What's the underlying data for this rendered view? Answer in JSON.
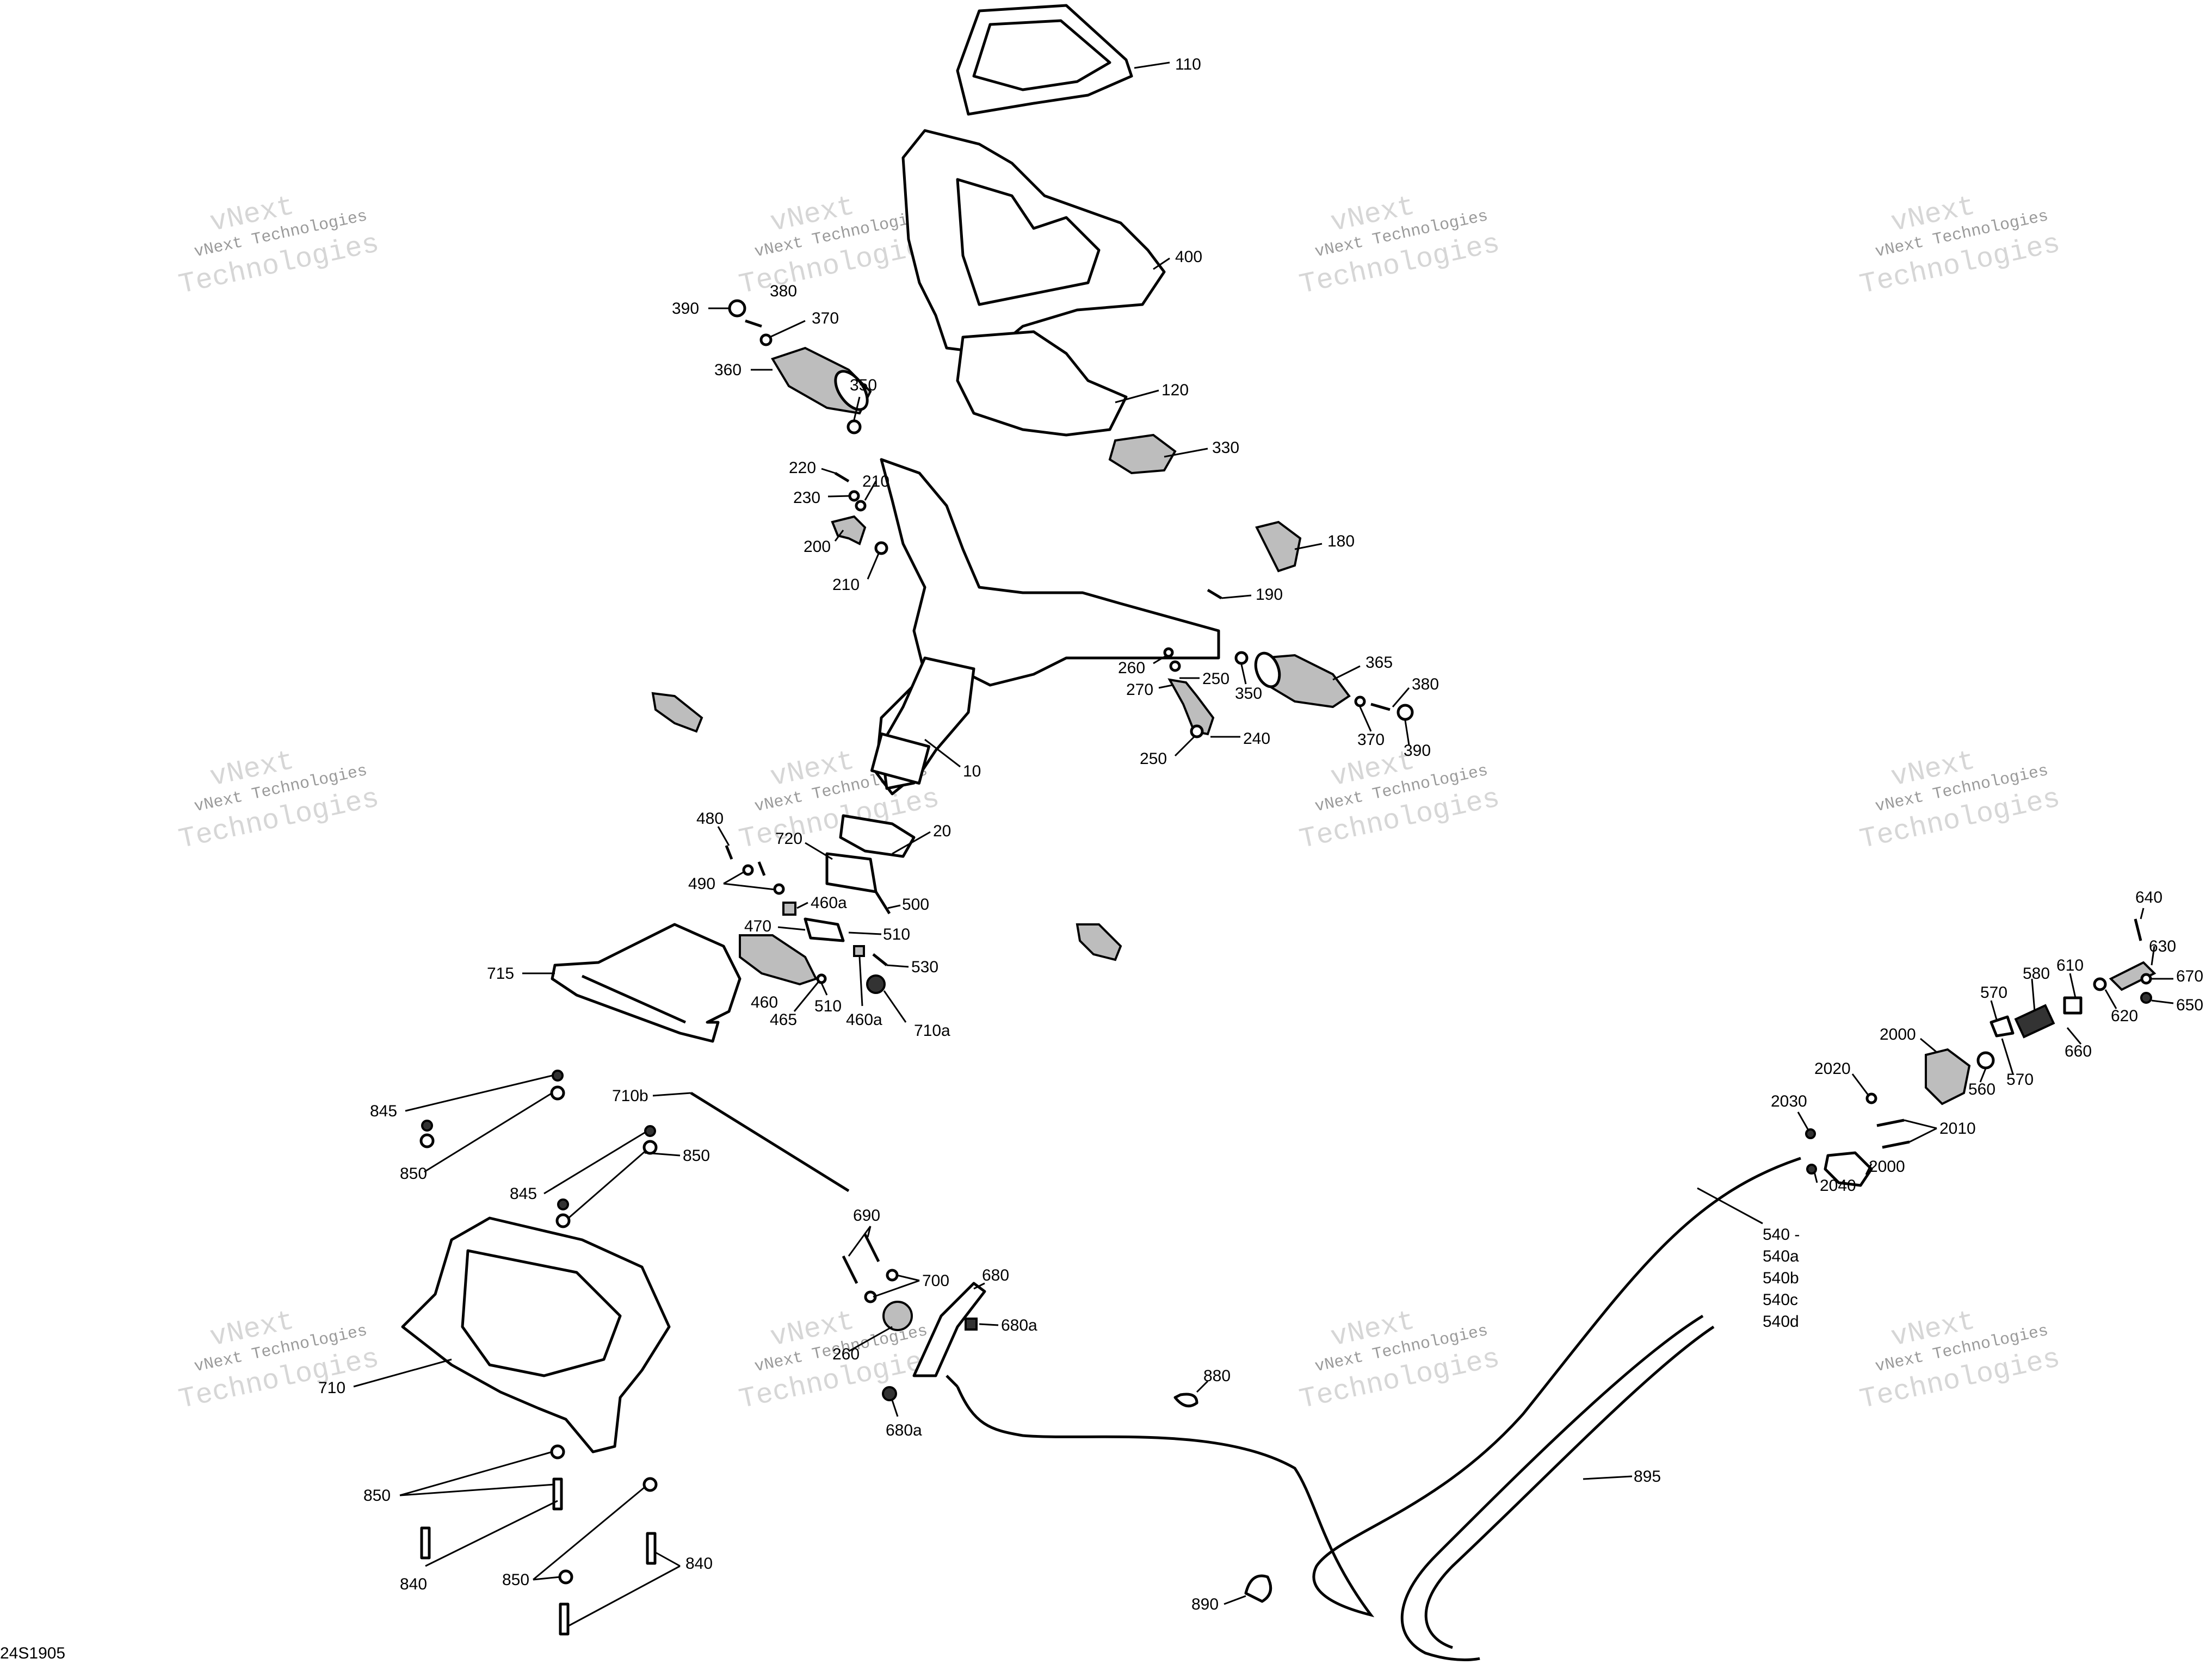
{
  "diagram_ref": "24S1905",
  "watermark": {
    "line1": "vNext Technologies",
    "line2": "Technologies",
    "tag": "vNext"
  },
  "labels": {
    "l110": "110",
    "l400": "400",
    "l390a": "390",
    "l380a": "380",
    "l370a": "370",
    "l360": "360",
    "l350a": "350",
    "l120": "120",
    "l330": "330",
    "l220": "220",
    "l210a": "210",
    "l230": "230",
    "l200": "200",
    "l210b": "210",
    "l180": "180",
    "l190": "190",
    "l365": "365",
    "l260": "260",
    "l250a": "250",
    "l270": "270",
    "l350b": "350",
    "l380b": "380",
    "l370b": "370",
    "l390b": "390",
    "l240": "240",
    "l250b": "250",
    "l10": "10",
    "l480": "480",
    "l720": "720",
    "l20": "20",
    "l490": "490",
    "l460a1": "460a",
    "l500": "500",
    "l470": "470",
    "l510a": "510",
    "l530": "530",
    "l715": "715",
    "l460": "460",
    "l465": "465",
    "l510b": "510",
    "l460a2": "460a",
    "l710a": "710a",
    "l710b": "710b",
    "l845a": "845",
    "l850a": "850",
    "l845b": "845",
    "l850b": "850",
    "l690": "690",
    "l700": "700",
    "l680": "680",
    "l680a1": "680a",
    "l260b": "260",
    "l680a2": "680a",
    "l710": "710",
    "l880": "880",
    "l895": "895",
    "l890": "890",
    "l850c": "850",
    "l840a": "840",
    "l850d": "850",
    "l840b": "840",
    "l540": "540 -",
    "l540a": "540a",
    "l540b": "540b",
    "l540c": "540c",
    "l540d": "540d",
    "l640": "640",
    "l630": "630",
    "l670": "670",
    "l650": "650",
    "l610": "610",
    "l620": "620",
    "l580": "580",
    "l570a": "570",
    "l660": "660",
    "l2000a": "2000",
    "l560": "560",
    "l570b": "570",
    "l2020": "2020",
    "l2030": "2030",
    "l2010": "2010",
    "l2000b": "2000",
    "l2040": "2040"
  }
}
